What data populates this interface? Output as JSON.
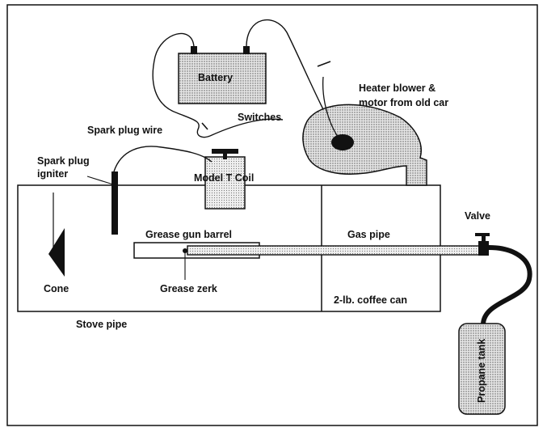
{
  "labels": {
    "battery": "Battery",
    "heater": "Heater blower &",
    "heater2": "motor from old car",
    "switches": "Switches",
    "spark_plug_wire": "Spark plug wire",
    "spark_plug": "Spark plug",
    "igniter": "igniter",
    "coil": "Model T Coil",
    "grease_gun_barrel": "Grease gun barrel",
    "gas_pipe": "Gas pipe",
    "valve": "Valve",
    "cone": "Cone",
    "grease_zerk": "Grease zerk",
    "coffee_can": "2-lb. coffee can",
    "stove_pipe": "Stove pipe",
    "propane_tank": "Propane tank"
  }
}
